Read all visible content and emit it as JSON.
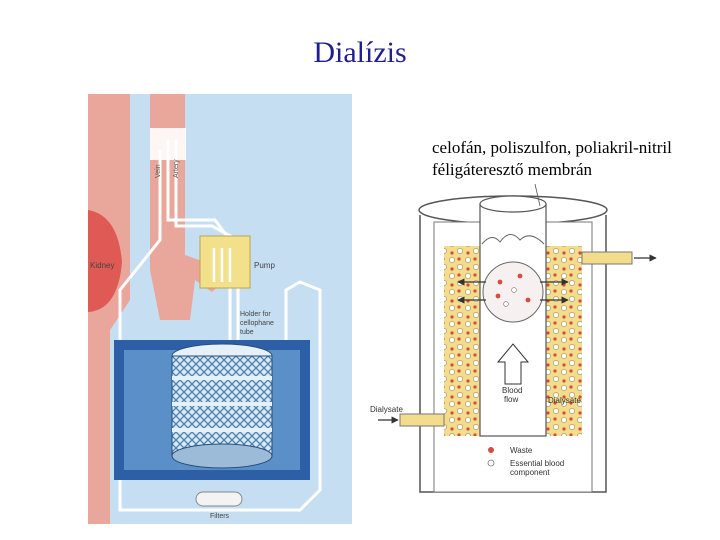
{
  "title": "Dialízis",
  "captions": {
    "line1": "celofán, poliszulfon, poliakril-nitril",
    "line2": "féligáteresztő membrán"
  },
  "left_labels": {
    "vein": "Vein",
    "artery": "Artery",
    "kidney": "Kidney",
    "pump": "Pump",
    "holder": "Holder for",
    "holder2": "cellophane",
    "holder3": "tube",
    "filters": "Filters"
  },
  "right_labels": {
    "blood_flow1": "Blood",
    "blood_flow2": "flow",
    "dialysate_left": "Dialysate",
    "dialysate_right": "Dialysate",
    "waste": "Waste",
    "essential1": "Essential blood",
    "essential2": "component"
  },
  "colors": {
    "title": "#1f1f8f",
    "panel_bg": "#c6def1",
    "tank": "#2c5fa6",
    "skin": "#e8a79a",
    "kidney": "#e05a55",
    "pump": "#f3e08a",
    "dialysate": "#f3dc8c",
    "waste": "#d94b3a"
  }
}
